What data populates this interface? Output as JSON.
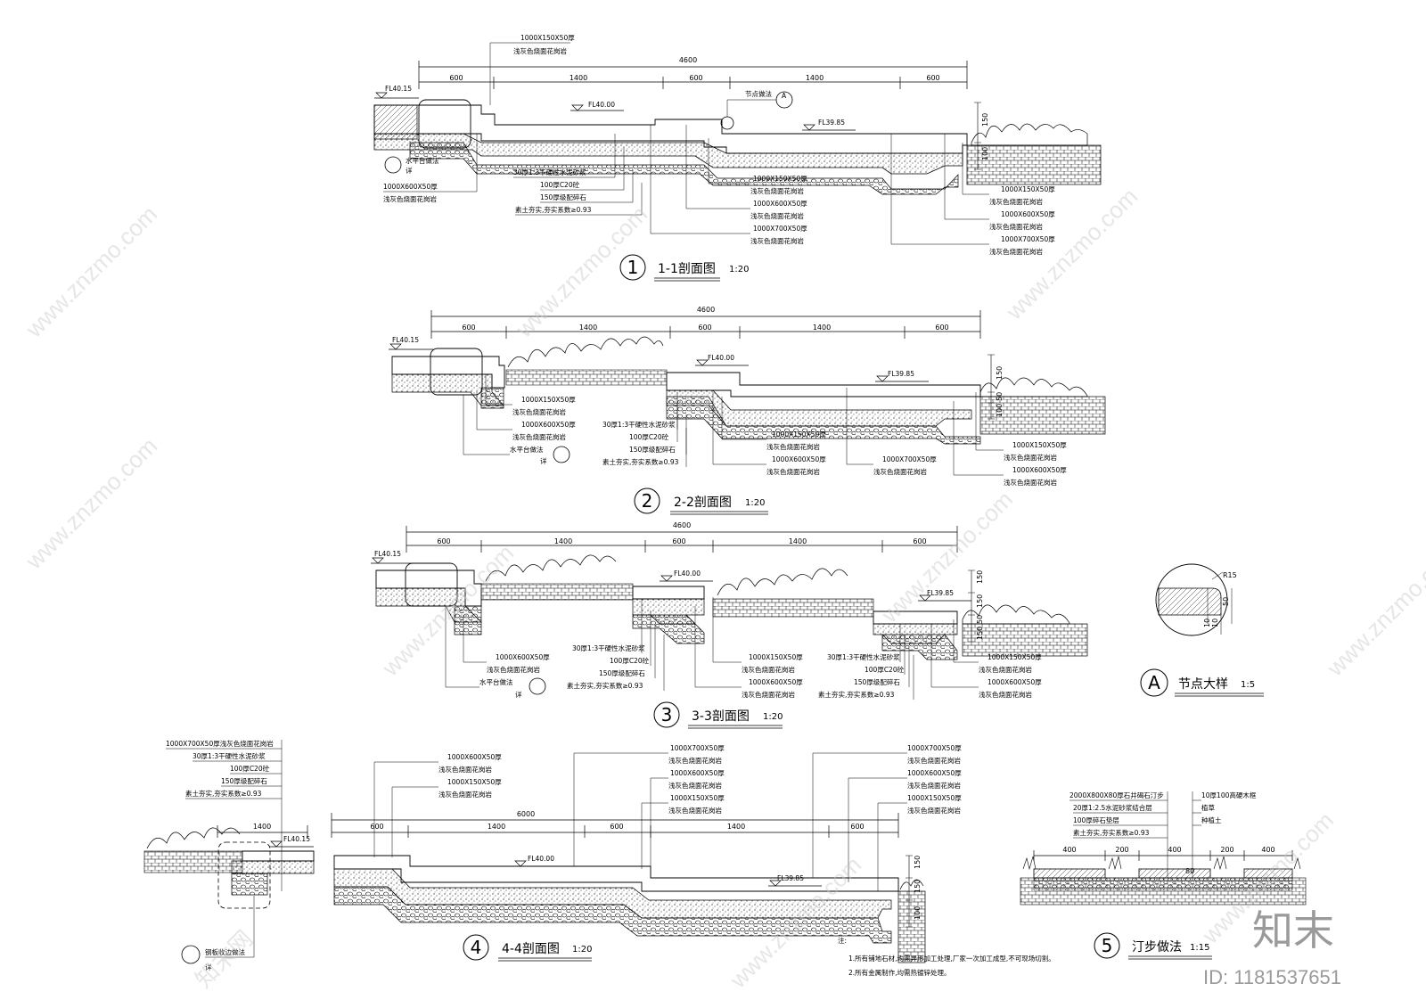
{
  "sections": [
    {
      "id": "s1",
      "number": "1",
      "title": "1-1剖面图",
      "scale": "1:20",
      "total_dim": "4600",
      "spans": [
        "600",
        "1400",
        "600",
        "1400",
        "600"
      ],
      "levels": [
        "FL40.15",
        "FL40.00",
        "FL39.85"
      ],
      "node_ref": "节点做法",
      "node_ref_id": "A",
      "height_dims": [
        "150",
        "100"
      ],
      "labels_left": [
        "水平台做法",
        "详",
        "1000X600X50厚",
        "浅灰色烧面花岗岩"
      ],
      "labels_top": [
        "1000X150X50厚",
        "浅灰色烧面花岗岩"
      ],
      "labels_mid": [
        "30厚1:3干硬性水泥砂浆",
        "100厚C20砼",
        "150厚级配碎石",
        "素土夯实,夯实系数≥0.93"
      ],
      "labels_center": [
        "1000X150X50厚",
        "浅灰色烧面花岗岩",
        "1000X600X50厚",
        "浅灰色烧面花岗岩",
        "1000X700X50厚",
        "浅灰色烧面花岗岩"
      ],
      "labels_right": [
        "1000X150X50厚",
        "浅灰色烧面花岗岩",
        "1000X600X50厚",
        "浅灰色烧面花岗岩",
        "1000X700X50厚",
        "浅灰色烧面花岗岩"
      ]
    },
    {
      "id": "s2",
      "number": "2",
      "title": "2-2剖面图",
      "scale": "1:20",
      "total_dim": "4600",
      "spans": [
        "600",
        "1400",
        "600",
        "1400",
        "600"
      ],
      "levels": [
        "FL40.15",
        "FL40.00",
        "FL39.85"
      ],
      "height_dims": [
        "150",
        "50",
        "100"
      ],
      "labels_left": [
        "1000X150X50厚",
        "浅灰色烧面花岗岩",
        "1000X600X50厚",
        "浅灰色烧面花岗岩",
        "水平台做法",
        "详"
      ],
      "labels_mid": [
        "30厚1:3干硬性水泥砂浆",
        "100厚C20砼",
        "150厚级配碎石",
        "素土夯实,夯实系数≥0.93"
      ],
      "labels_center": [
        "1000X150X50厚",
        "浅灰色烧面花岗岩",
        "1000X600X50厚",
        "浅灰色烧面花岗岩"
      ],
      "labels_center2": [
        "1000X700X50厚",
        "浅灰色烧面花岗岩"
      ],
      "labels_right": [
        "1000X150X50厚",
        "浅灰色烧面花岗岩",
        "1000X600X50厚",
        "浅灰色烧面花岗岩"
      ]
    },
    {
      "id": "s3",
      "number": "3",
      "title": "3-3剖面图",
      "scale": "1:20",
      "total_dim": "4600",
      "spans": [
        "600",
        "1400",
        "600",
        "1400",
        "600"
      ],
      "levels": [
        "FL40.15",
        "FL40.00",
        "FL39.85"
      ],
      "height_dims": [
        "150",
        "150",
        "50",
        "150"
      ],
      "labels_left": [
        "1000X600X50厚",
        "浅灰色烧面花岗岩",
        "水平台做法",
        "详"
      ],
      "labels_mid": [
        "30厚1:3干硬性水泥砂浆",
        "100厚C20砼",
        "150厚级配碎石",
        "素土夯实,夯实系数≥0.93"
      ],
      "labels_center": [
        "1000X150X50厚",
        "浅灰色烧面花岗岩",
        "1000X600X50厚",
        "浅灰色烧面花岗岩"
      ],
      "labels_mid2": [
        "30厚1:3干硬性水泥砂浆",
        "100厚C20砼",
        "150厚级配碎石",
        "素土夯实,夯实系数≥0.93"
      ],
      "labels_right": [
        "1000X150X50厚",
        "浅灰色烧面花岗岩",
        "1000X600X50厚",
        "浅灰色烧面花岗岩"
      ]
    },
    {
      "id": "s4",
      "number": "4",
      "title": "4-4剖面图",
      "scale": "1:20",
      "total_dim": "6000",
      "spans": [
        "600",
        "1400",
        "600",
        "1400",
        "600"
      ],
      "left_span": "1400",
      "levels": [
        "FL40.15",
        "FL40.00",
        "FL39.85"
      ],
      "height_dims": [
        "150",
        "150",
        "100"
      ],
      "labels_topleft": [
        "1000X700X50厚浅灰色烧面花岗岩",
        "30厚1:3干硬性水泥砂浆",
        "100厚C20砼",
        "150厚级配碎石",
        "素土夯实,夯实系数≥0.93"
      ],
      "labels_bottomleft": [
        "钢板收边做法",
        "详"
      ],
      "labels_top1": [
        "1000X600X50厚",
        "浅灰色烧面花岗岩",
        "1000X150X50厚",
        "浅灰色烧面花岗岩"
      ],
      "labels_top2": [
        "1000X700X50厚",
        "浅灰色烧面花岗岩",
        "1000X600X50厚",
        "浅灰色烧面花岗岩",
        "1000X150X50厚",
        "浅灰色烧面花岗岩"
      ],
      "labels_top3": [
        "1000X700X50厚",
        "浅灰色烧面花岗岩",
        "1000X600X50厚",
        "浅灰色烧面花岗岩",
        "1000X150X50厚",
        "浅灰色烧面花岗岩"
      ]
    }
  ],
  "detail_a": {
    "id": "A",
    "title": "节点大样",
    "scale": "1:5",
    "dims": [
      "R15",
      "50",
      "10",
      "10"
    ]
  },
  "detail_5": {
    "number": "5",
    "title": "汀步做法",
    "scale": "1:15",
    "labels_left": [
      "2000X800X80厚石井碣石汀步",
      "20厚1:2.5水泥砂浆结合层",
      "100厚碎石垫层",
      "素土夯实,夯实系数≥0.93"
    ],
    "labels_right": [
      "10厚100高硬木框",
      "植草",
      "种植土"
    ],
    "spans": [
      "400",
      "200",
      "400",
      "200",
      "400"
    ],
    "height_dim": "80"
  },
  "notes": {
    "heading": "注:",
    "items": [
      "1.所有铺地石材,均需异形加工处理,厂家一次加工成型,不可现场切割。",
      "2.所有金属制作,均需热镀锌处理。"
    ]
  },
  "watermark": {
    "text": "www.znzmo.com",
    "brand": "知末网",
    "logo": "知末",
    "id": "ID: 1181537651"
  },
  "colors": {
    "line": "#000000",
    "watermark": "#c8c8c8",
    "logo": "#9a9a9a"
  }
}
